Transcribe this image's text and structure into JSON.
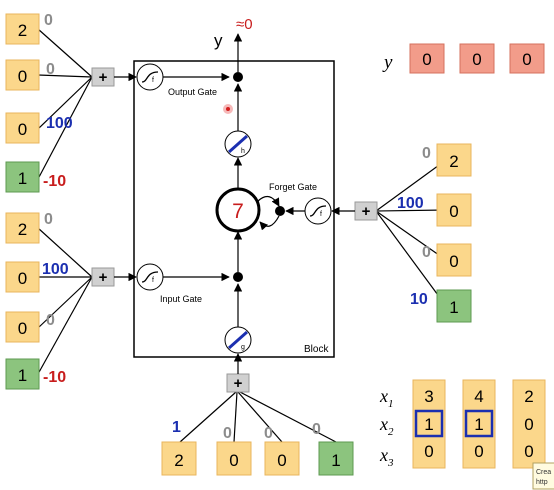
{
  "colors": {
    "input_box": "#fbd78b",
    "input_border": "#e8b65c",
    "bias_box": "#8cc47e",
    "bias_border": "#5e9a50",
    "output_box": "#f29c8a",
    "output_border": "#d4715e",
    "weight_gray": "#8c8c8c",
    "weight_blue": "#1b2fb0",
    "weight_red": "#c81d1d",
    "adder_fill": "#d0d0d0",
    "cell_value": "#c81d1d",
    "highlight": "#1b2fb0"
  },
  "icons": {
    "adder": "plus-icon",
    "gate_activation": "sigmoid-icon",
    "activation_h": "tanh-h-icon",
    "activation_g": "tanh-g-icon",
    "multiply": "multiply-dot-icon",
    "cursor": "red-cursor-dot-icon"
  },
  "output_gate": {
    "inputs": [
      "2",
      "0",
      "0",
      "1"
    ],
    "weights": [
      "0",
      "0",
      "100",
      "-10"
    ],
    "label": "Output Gate",
    "sigmoid_sub": "f"
  },
  "input_gate": {
    "inputs": [
      "2",
      "0",
      "0",
      "1"
    ],
    "weights": [
      "0",
      "100",
      "0",
      "-10"
    ],
    "label": "Input Gate",
    "sigmoid_sub": "f"
  },
  "forget_gate": {
    "inputs": [
      "2",
      "0",
      "0",
      "1"
    ],
    "weights": [
      "0",
      "100",
      "0",
      "10"
    ],
    "label": "Forget Gate",
    "sigmoid_sub": "f"
  },
  "cell_input": {
    "inputs": [
      "2",
      "0",
      "0",
      "1"
    ],
    "weights": [
      "1",
      "0",
      "0",
      "0"
    ]
  },
  "adder_symbol": "+",
  "block": {
    "label": "Block",
    "cell_value": "7",
    "h_label": "h",
    "g_label": "g"
  },
  "output": {
    "y_label": "y",
    "approx_label": "≈0"
  },
  "output_sequence": {
    "label": "y",
    "values": [
      "0",
      "0",
      "0"
    ]
  },
  "input_sequence": {
    "row_labels": [
      {
        "base": "x",
        "sub": "1"
      },
      {
        "base": "x",
        "sub": "2"
      },
      {
        "base": "x",
        "sub": "3"
      }
    ],
    "columns": [
      [
        "3",
        "1",
        "0"
      ],
      [
        "4",
        "1",
        "0"
      ],
      [
        "2",
        "0",
        "0"
      ]
    ]
  },
  "tooltip": {
    "line1": "Crea",
    "line2": "http"
  }
}
